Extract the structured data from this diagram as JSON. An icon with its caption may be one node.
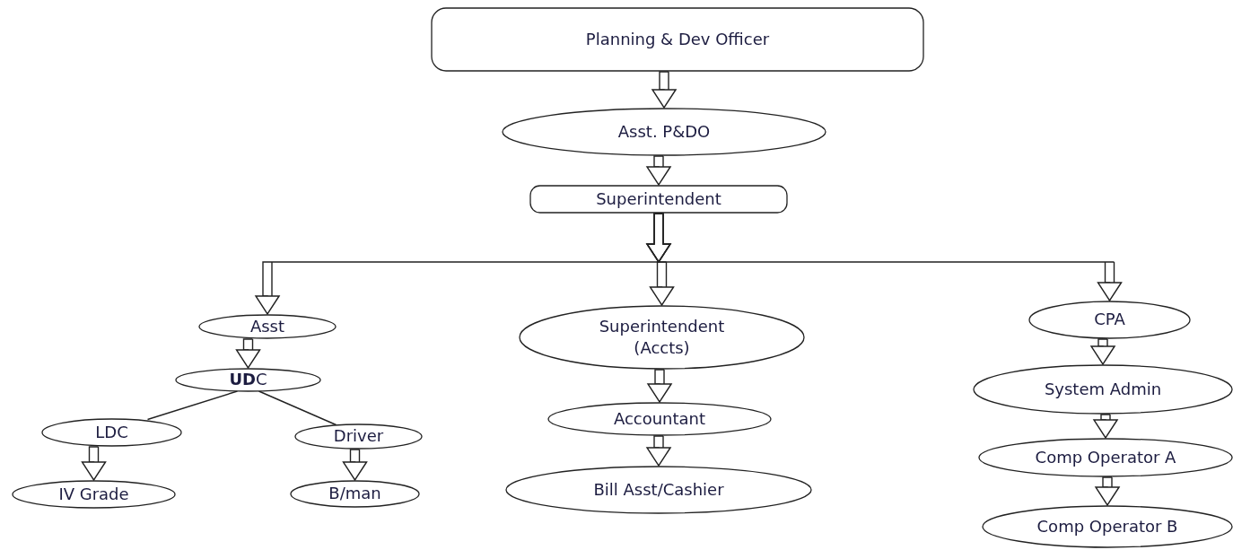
{
  "diagram": {
    "nodes": [
      {
        "text": [
          "Planning & Dev Officer"
        ]
      },
      {
        "text": [
          "Asst. P&DO"
        ]
      },
      {
        "text": [
          "Superintendent"
        ]
      },
      {
        "text": [
          "Asst"
        ]
      },
      {
        "text": [
          "**UD**C"
        ]
      },
      {
        "text": [
          "LDC"
        ]
      },
      {
        "text": [
          "IV Grade"
        ]
      },
      {
        "text": [
          "Driver"
        ]
      },
      {
        "text": [
          "B/man"
        ]
      },
      {
        "text": [
          "Superintendent (Accts)"
        ]
      },
      {
        "text": [
          "Accountant"
        ]
      },
      {
        "text": [
          "Bill Asst/Cashier"
        ]
      },
      {
        "text": [
          "CPA"
        ]
      },
      {
        "text": [
          "System Admin"
        ]
      },
      {
        "text": [
          "Comp Operator A"
        ]
      },
      {
        "text": [
          "Comp Operator B"
        ]
      }
    ],
    "edges": [
      {
        "from": 0,
        "to": 1,
        "arrow": "to"
      },
      {
        "from": 1,
        "to": 2,
        "arrow": "to"
      },
      {
        "from": 2,
        "to": 3,
        "arrow": "to"
      },
      {
        "from": 2,
        "to": 9,
        "arrow": "to"
      },
      {
        "from": 2,
        "to": 12,
        "arrow": "to"
      },
      {
        "from": 3,
        "to": 4,
        "arrow": "to"
      },
      {
        "from": 4,
        "to": 5,
        "arrow": "none"
      },
      {
        "from": 4,
        "to": 7,
        "arrow": "none"
      },
      {
        "from": 5,
        "to": 6,
        "arrow": "to"
      },
      {
        "from": 7,
        "to": 8,
        "arrow": "to"
      },
      {
        "from": 9,
        "to": 10,
        "arrow": "to"
      },
      {
        "from": 10,
        "to": 11,
        "arrow": "to"
      },
      {
        "from": 12,
        "to": 13,
        "arrow": "to"
      },
      {
        "from": 13,
        "to": 14,
        "arrow": "to"
      },
      {
        "from": 14,
        "to": 15,
        "arrow": "to"
      }
    ]
  }
}
